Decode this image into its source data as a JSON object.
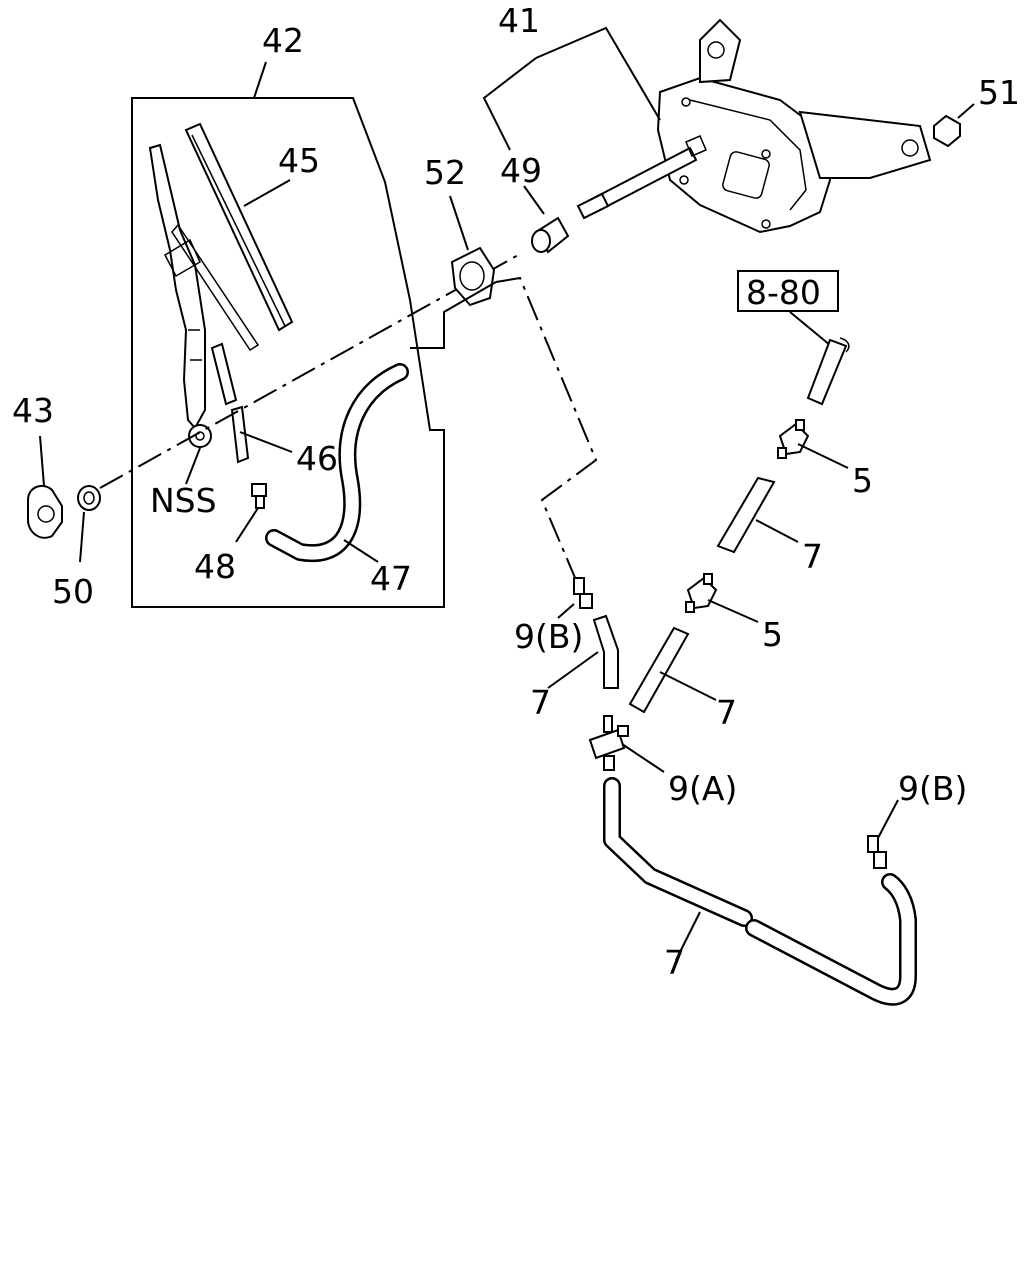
{
  "callouts": {
    "c41": "41",
    "c42": "42",
    "c43": "43",
    "c45": "45",
    "c46": "46",
    "c47": "47",
    "c48": "48",
    "c49": "49",
    "c50": "50",
    "c51": "51",
    "c52": "52",
    "nss": "NSS",
    "ref": "8-80",
    "c5a": "5",
    "c5b": "5",
    "c7a": "7",
    "c7b": "7",
    "c7c": "7",
    "c7d": "7",
    "c9b1": "9(B)",
    "c9a": "9(A)",
    "c9b2": "9(B)"
  }
}
